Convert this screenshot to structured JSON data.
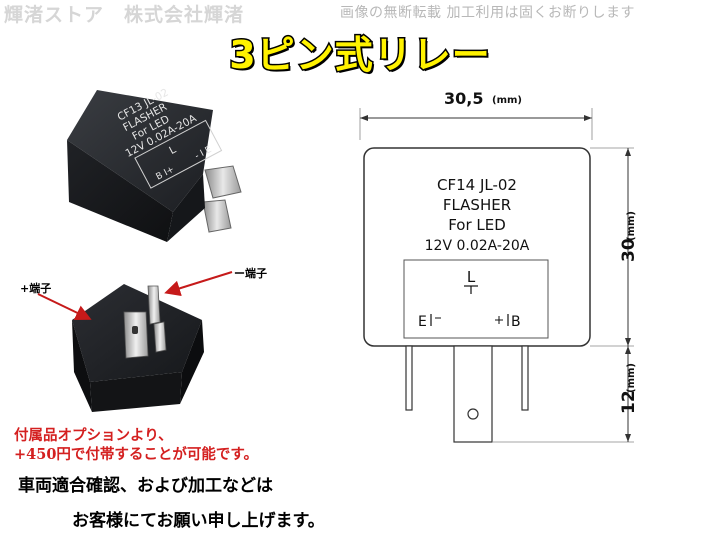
{
  "watermark": {
    "left": "輝渚ストア　株式会社輝渚",
    "right": "画像の無断転載 加工利用は固くお断りします"
  },
  "title": "3ピン式リレー",
  "photo_top": {
    "relay_text": [
      "CF13 JL-02",
      "FLASHER",
      "For LED",
      "12V 0.02A-20A",
      "L",
      "B I+",
      "- I E"
    ]
  },
  "labels": {
    "plus_terminal": "+端子",
    "minus_terminal": "ー端子"
  },
  "option_note": {
    "line1": "付属品オプションより、",
    "line2": "+450円で付帯することが可能です。"
  },
  "bottom_note": {
    "line1": "車両適合確認、および加工などは",
    "line2": "お客様にてお願い申し上げます。"
  },
  "diagram": {
    "width_value": "30,5",
    "width_unit": "(mm)",
    "height_value": "30",
    "height_unit": "(mm)",
    "pin_value": "12",
    "pin_unit": "(mm)",
    "model": "CF14 JL-02",
    "type": "FLASHER",
    "for": "For LED",
    "spec": "12V 0.02A-20A",
    "pin_L": "L",
    "pin_E": "E",
    "pin_B": "B"
  }
}
